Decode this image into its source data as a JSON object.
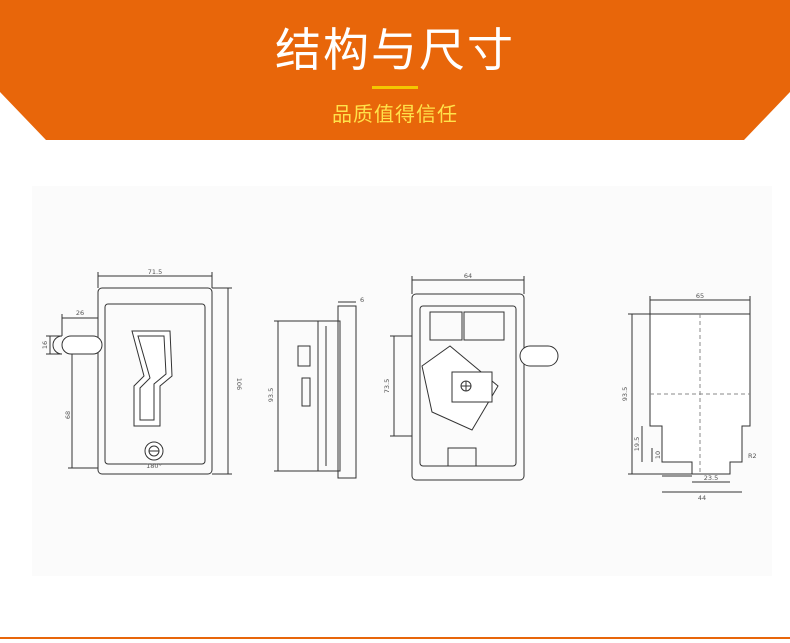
{
  "header": {
    "title": "结构与尺寸",
    "subtitle": "品质值得信任",
    "accent_color": "#e8660a",
    "underline_color": "#f4c800"
  },
  "dimensions": {
    "front_width": "71.5",
    "front_height": "106",
    "handle_offset": "26",
    "handle_height": "16",
    "lower_offset": "68",
    "rotation": "180°",
    "side_depth": "6",
    "side_height": "93.5",
    "back_width": "64",
    "back_height": "73.5",
    "cutout_width": "65",
    "cutout_height": "93.5",
    "notch_depth": "19.5",
    "notch_step": "10",
    "slot_width": "23.5",
    "slot_outer": "44",
    "corner_radius": "R2"
  }
}
